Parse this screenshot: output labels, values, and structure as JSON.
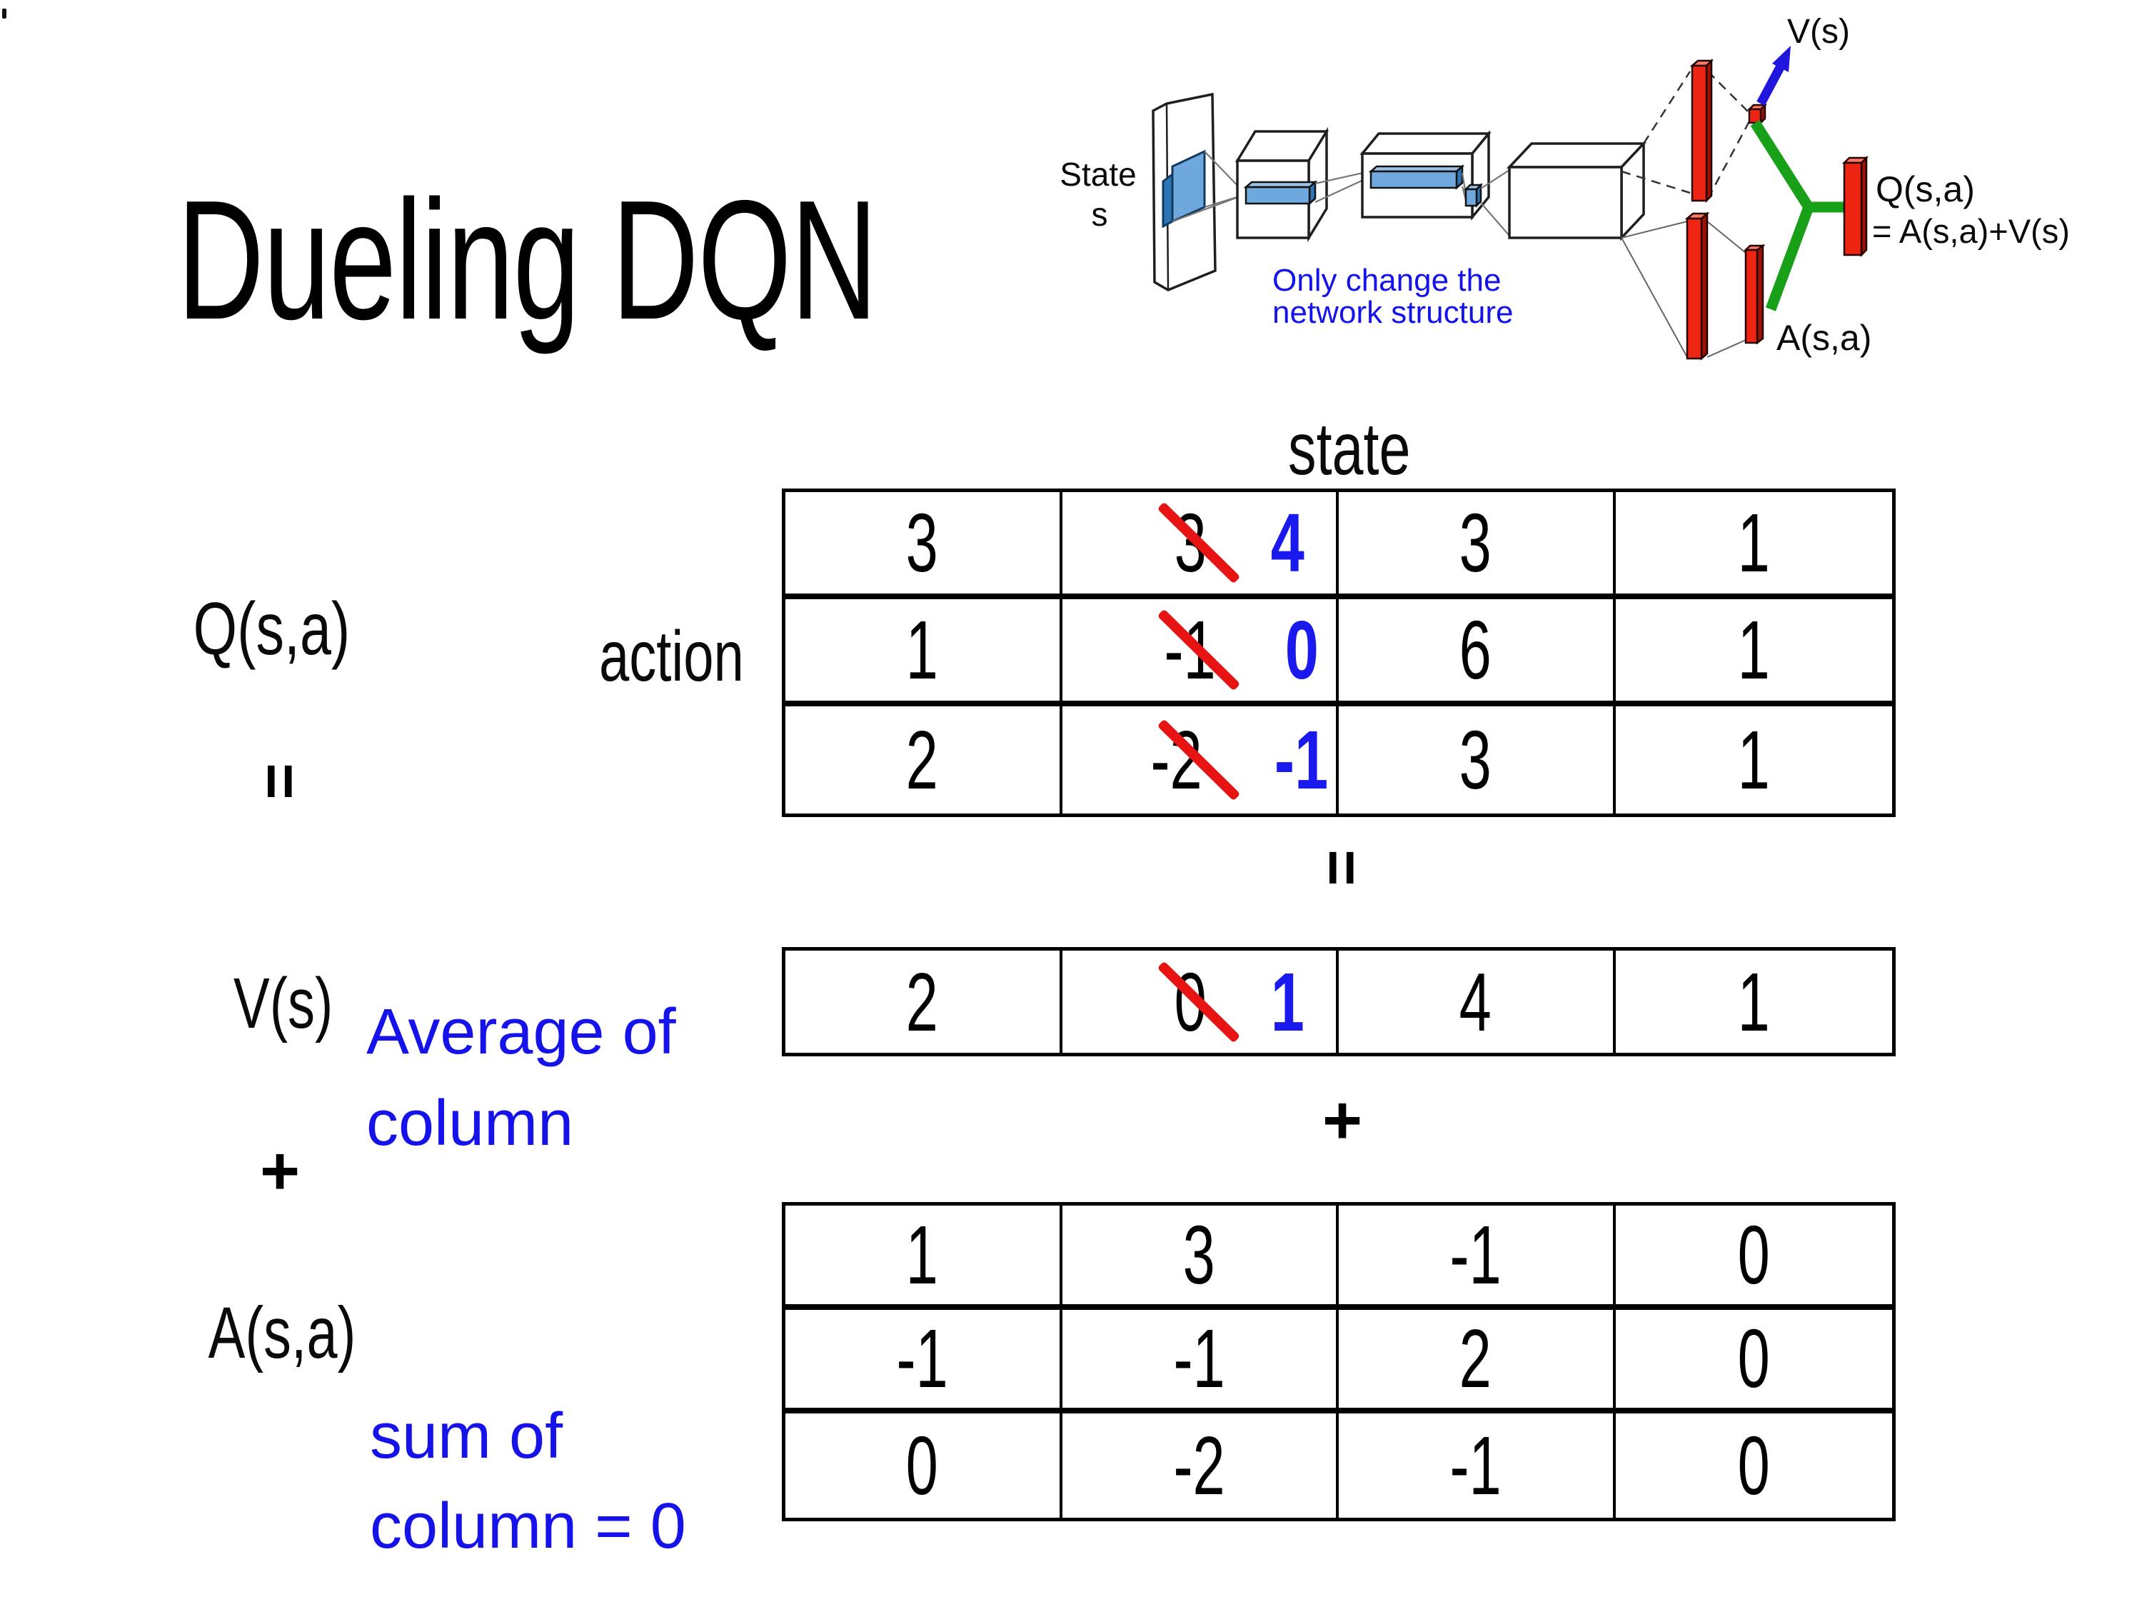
{
  "title": "Dueling DQN",
  "network_diagram": {
    "state_line1": "State",
    "state_line2": "s",
    "note_line1": "Only change the",
    "note_line2": "network structure",
    "v_output_label": "V(s)",
    "q_output_line1": "Q(s,a)",
    "q_output_line2": "= A(s,a)+V(s)",
    "a_output_label": "A(s,a)"
  },
  "matrix_section": {
    "q_label": "Q(s,a)",
    "action_label": "action",
    "state_label": "state",
    "equals_left": "=",
    "equals_center": "=",
    "plus_left": "+",
    "plus_center": "+",
    "v_label": "V(s)",
    "avg_note_line1": "Average of",
    "avg_note_line2": "column",
    "a_label": "A(s,a)",
    "sum_note_line1": "sum of",
    "sum_note_line2": "column = 0"
  },
  "q_table": {
    "rows": [
      {
        "cells": [
          {
            "v": "3"
          },
          {
            "v": "3",
            "replacement": "4",
            "struck": true
          },
          {
            "v": "3"
          },
          {
            "v": "1"
          }
        ]
      },
      {
        "cells": [
          {
            "v": "1"
          },
          {
            "v": "-1",
            "replacement": "0",
            "struck": true
          },
          {
            "v": "6"
          },
          {
            "v": "1"
          }
        ]
      },
      {
        "cells": [
          {
            "v": "2"
          },
          {
            "v": "-2",
            "replacement": "-1",
            "struck": true
          },
          {
            "v": "3"
          },
          {
            "v": "1"
          }
        ]
      }
    ]
  },
  "v_table": {
    "cells": [
      {
        "v": "2"
      },
      {
        "v": "0",
        "replacement": "1",
        "struck": true
      },
      {
        "v": "4"
      },
      {
        "v": "1"
      }
    ]
  },
  "a_table": {
    "rows": [
      [
        "1",
        "3",
        "-1",
        "0"
      ],
      [
        "-1",
        "-1",
        "2",
        "0"
      ],
      [
        "0",
        "-2",
        "-1",
        "0"
      ]
    ]
  },
  "colors": {
    "annotation_blue": "#1512ea",
    "replacement_blue": "#1a1aee",
    "strike_red": "#e81414",
    "bar_red": "#ee2513",
    "merge_green": "#18a018",
    "feature_blue": "#6fa8dc"
  }
}
